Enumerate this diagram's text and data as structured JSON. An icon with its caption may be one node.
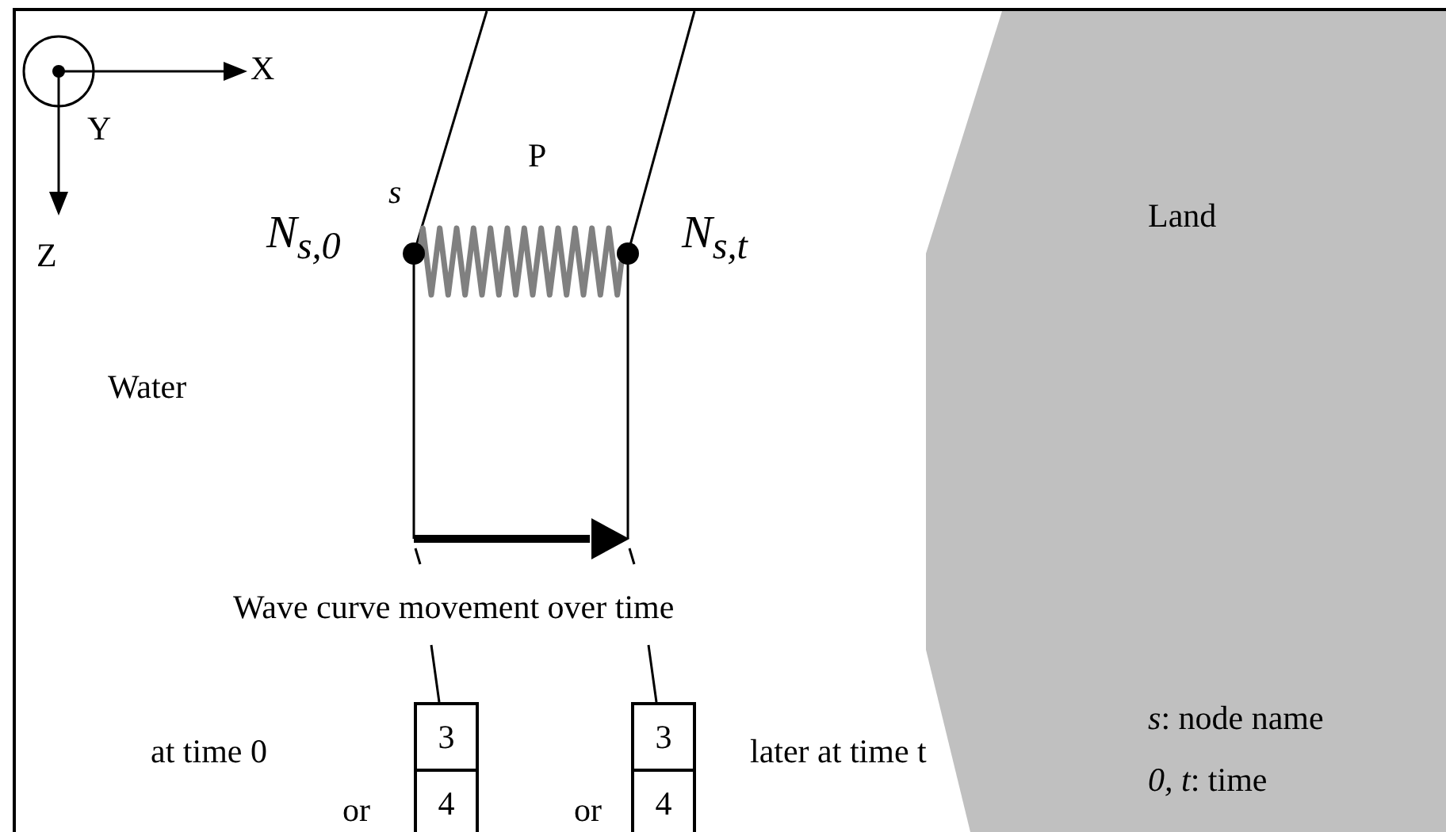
{
  "diagram": {
    "nodes": [
      {
        "text": [
          "3"
        ]
      },
      {
        "text": [
          "4"
        ]
      },
      {
        "text": [
          "3"
        ]
      },
      {
        "text": [
          "4"
        ]
      }
    ],
    "edges": [
      {
        "from": null,
        "to": 0,
        "arrow": "none"
      },
      {
        "from": null,
        "to": 2,
        "arrow": "none"
      }
    ],
    "labels": [
      "X",
      "Y",
      "Z",
      "s",
      "P",
      "N$_{s,0}$",
      "N$_{s,t}$",
      "Land",
      "Water",
      "Wave curve movement over time",
      "at time 0",
      "or",
      "or",
      "later at time t",
      "*s*: node name",
      "*0, t*: time"
    ]
  }
}
